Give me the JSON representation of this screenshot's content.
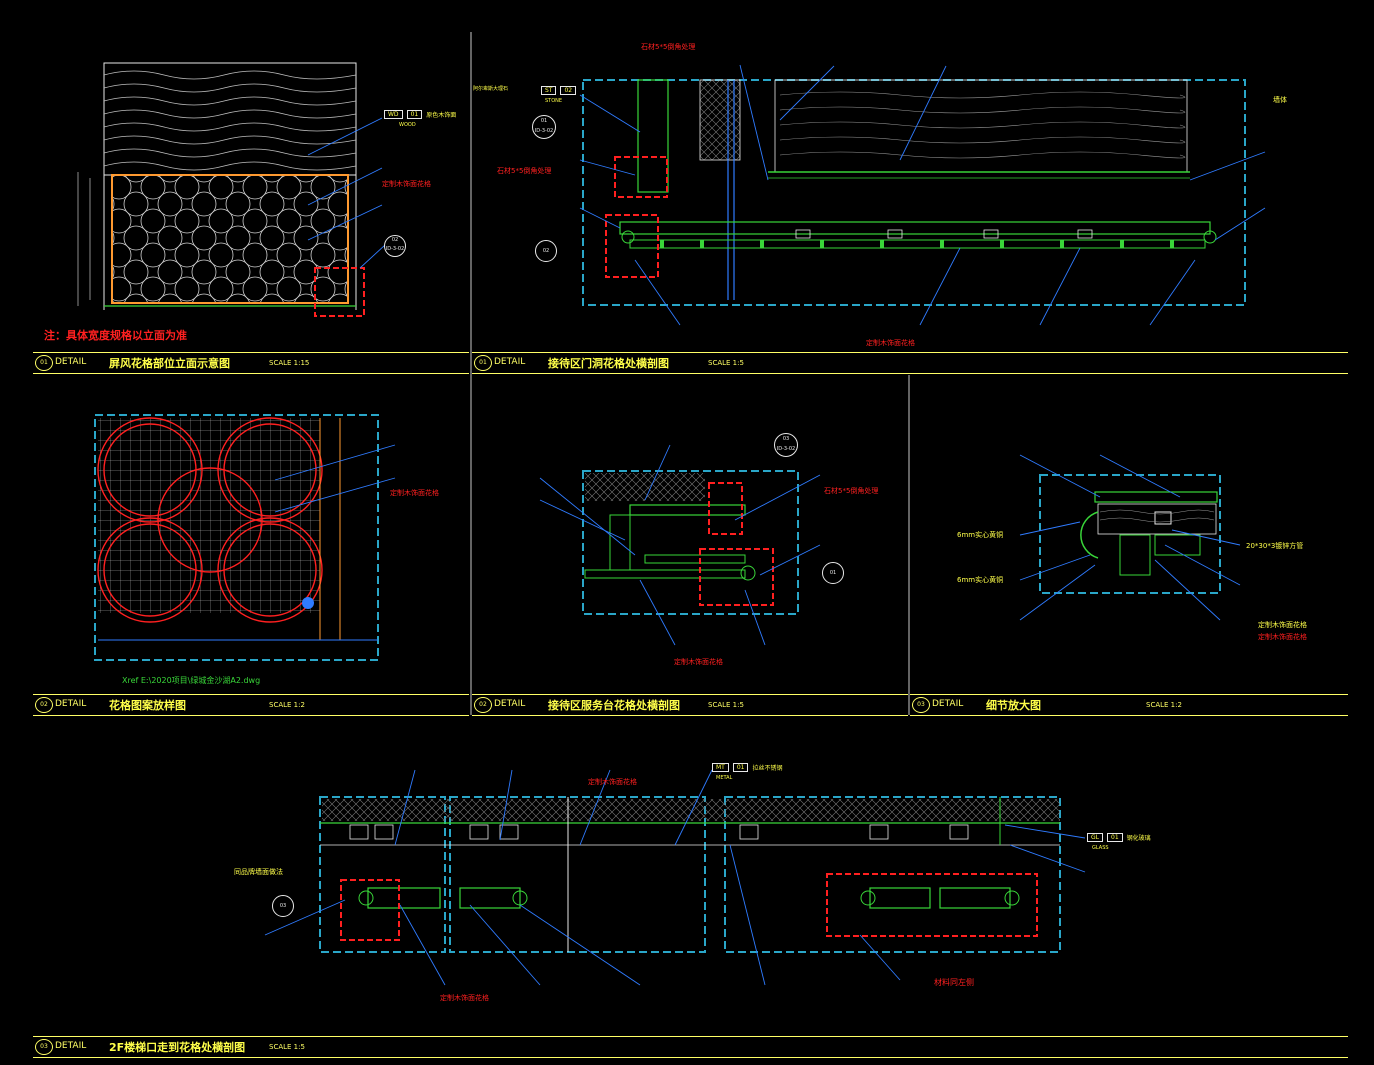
{
  "colors": {
    "background": "#000000",
    "frame": "#ffff66",
    "dashed": "#2aa6c8",
    "leader": "#2f7bff",
    "green": "#39d639",
    "red": "#ff2020",
    "orange": "#ff9a30",
    "white": "#e8e8e8",
    "yellow": "#ffff4a"
  },
  "panels": [
    {
      "id": "p1",
      "num": "01",
      "word": "DETAIL",
      "title": "屏风花格部位立面示意图",
      "scale": "SCALE 1:15"
    },
    {
      "id": "p2",
      "num": "01",
      "word": "DETAIL",
      "title": "接待区门洞花格处横剖图",
      "scale": "SCALE 1:5"
    },
    {
      "id": "p3",
      "num": "02",
      "word": "DETAIL",
      "title": "花格图案放样图",
      "scale": "SCALE 1:2"
    },
    {
      "id": "p4",
      "num": "02",
      "word": "DETAIL",
      "title": "接待区服务台花格处横剖图",
      "scale": "SCALE 1:5"
    },
    {
      "id": "p5",
      "num": "03",
      "word": "DETAIL",
      "title": "细节放大图",
      "scale": "SCALE 1:2"
    },
    {
      "id": "p6",
      "num": "03",
      "word": "DETAIL",
      "title": "2F楼梯口走到花格处横剖图",
      "scale": "SCALE 1:5"
    }
  ],
  "notes": {
    "panel1_note": "注：具体宽度规格以立面为准",
    "xref": "Xref E:\\2020项目\\绿城金沙湖A2.dwg",
    "red_labels": [
      "定制木饰面花格",
      "石材5*5倒角处理",
      "石材5*5倒角处理",
      "定制木饰面花格",
      "定制木饰面花格",
      "石材5*5倒角处理",
      "定制木饰面花格",
      "定制木饰面花格",
      "定制木饰面花格",
      "定制木饰面花格",
      "材料同左侧"
    ],
    "yellow_labels": [
      "6mm实心黄铜",
      "6mm实心黄铜",
      "20*30*3镀锌方管",
      "定制木饰面花格",
      "同品牌墙面做法",
      "墙体"
    ]
  },
  "material_tags": [
    {
      "code": "WD",
      "num": "01",
      "sub": "WOOD",
      "desc": "原色木饰面"
    },
    {
      "code": "ST",
      "num": "02",
      "sub": "STONE",
      "desc": "阿尔卑斯大理石"
    },
    {
      "code": "MT",
      "num": "01",
      "sub": "METAL",
      "desc": "拉丝不锈钢"
    },
    {
      "code": "GL",
      "num": "01",
      "sub": "GLASS",
      "desc": "钢化玻璃"
    }
  ],
  "section_bubbles": [
    {
      "top": "02",
      "bottom": "ID-3-02"
    },
    {
      "top": "01",
      "bottom": "ID-3-02"
    },
    {
      "top": "03",
      "bottom": "ID-3-02"
    },
    {
      "top": "02",
      "bottom": ""
    },
    {
      "top": "01",
      "bottom": ""
    },
    {
      "top": "03",
      "bottom": ""
    }
  ]
}
